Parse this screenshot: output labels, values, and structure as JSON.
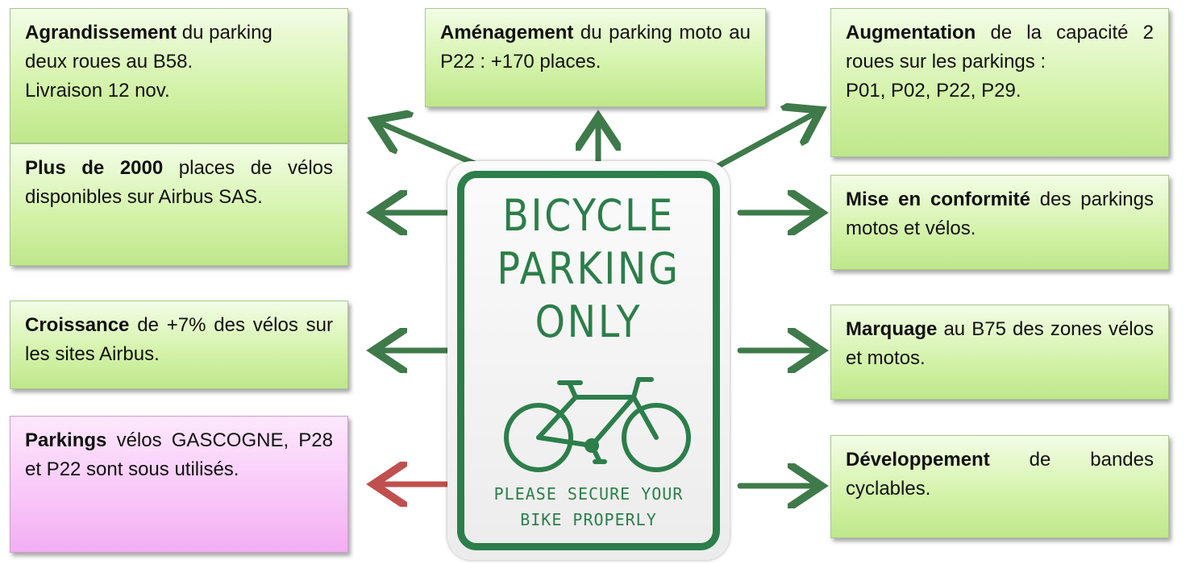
{
  "boxes": {
    "agrandissement": {
      "bold": "Agrandissement",
      "rest": " du parking",
      "line2": "deux roues au B58.",
      "line3": "Livraison 12 nov."
    },
    "plus2000": {
      "bold": "Plus de 2000",
      "rest": " places de vélos disponibles sur Airbus SAS."
    },
    "croissance": {
      "bold": "Croissance",
      "rest": " de +7% des vélos sur les sites Airbus."
    },
    "parkings": {
      "bold": "Parkings",
      "rest": " vélos GASCOGNE, P28   et P22 sont sous utilisés."
    },
    "amenagement": {
      "bold": "Aménagement",
      "rest": " du parking moto au P22 : +170 places."
    },
    "augmentation": {
      "bold": "Augmentation",
      "rest": " de la capacité 2 roues sur les parkings :",
      "line2": "P01, P02, P22, P29."
    },
    "conformite": {
      "bold": "Mise en conformité",
      "rest": " des parkings motos et vélos."
    },
    "marquage": {
      "bold": "Marquage",
      "rest": " au B75 des zones vélos et motos."
    },
    "developpement": {
      "bold": "Développement",
      "rest": " de bandes cyclables."
    }
  },
  "sign": {
    "line1": "BICYCLE",
    "line2": "PARKING",
    "line3": "ONLY",
    "sub1": "PLEASE SECURE YOUR",
    "sub2": "BIKE PROPERLY",
    "icon": "bicycle-icon"
  },
  "colors": {
    "box_green": "#d3f2a8",
    "box_pink": "#f8c6f8",
    "arrow_green": "#3f7a4a",
    "arrow_red": "#c0504d",
    "sign_green": "#2c7e4a"
  }
}
